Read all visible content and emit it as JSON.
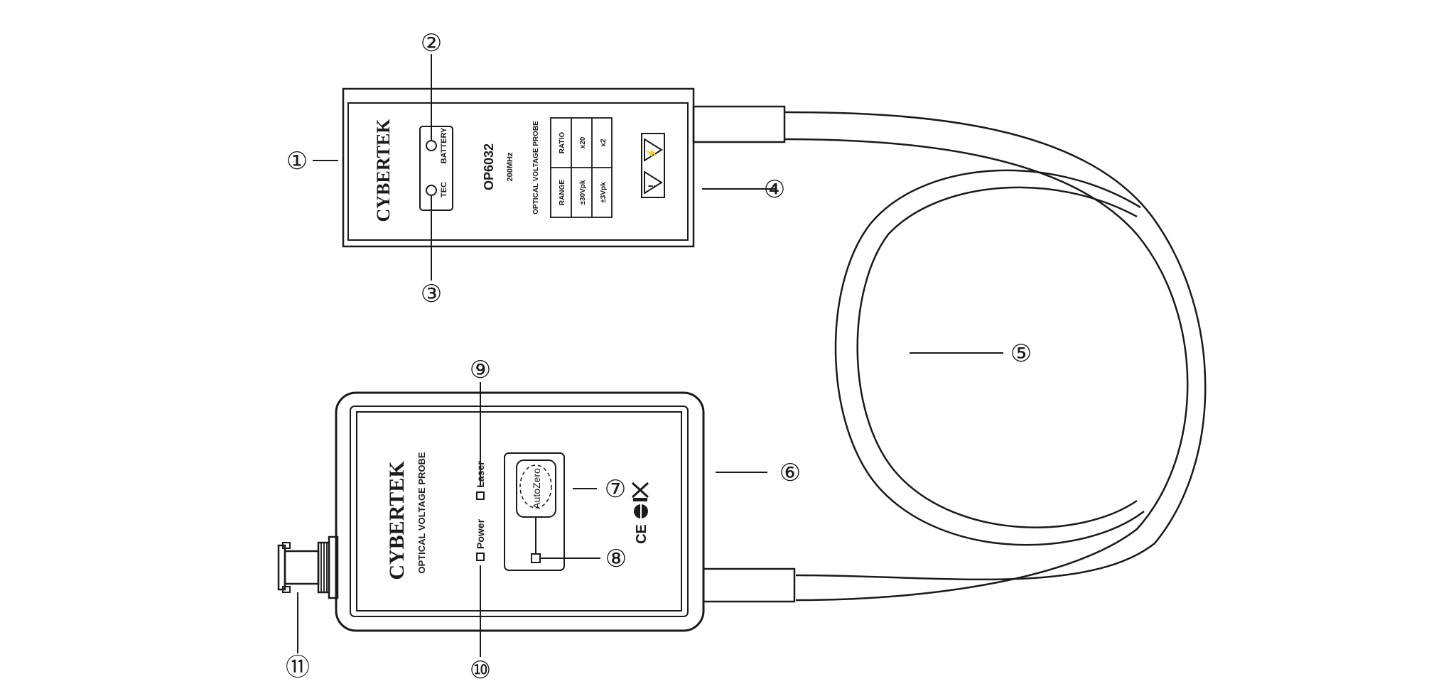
{
  "callouts": [
    "①",
    "②",
    "③",
    "④",
    "⑤",
    "⑥",
    "⑦",
    "⑧",
    "⑨",
    "⑩",
    "⑪"
  ],
  "transmitter": {
    "brand": "CYBERTEK",
    "battery_label": "BATTERY",
    "tec_label": "TEC",
    "model": "OP6032",
    "bandwidth": "200MHz",
    "product_name": "OPTICAL VOLTAGE PROBE",
    "table": {
      "headers": [
        "RANGE",
        "RATIO"
      ],
      "rows": [
        [
          "±30Vpk",
          "x20"
        ],
        [
          "±3Vpk",
          "x2"
        ]
      ]
    }
  },
  "receiver": {
    "brand": "CYBERTEK",
    "product_name": "OPTICAL VOLTAGE PROBE",
    "laser_label": "Laser",
    "power_label": "Power",
    "autozero_label": "AutoZero"
  }
}
